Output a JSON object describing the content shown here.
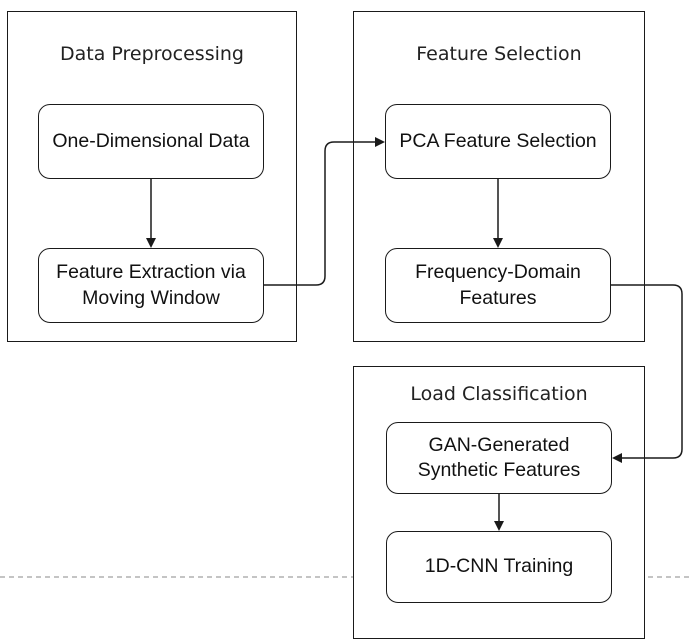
{
  "panels": {
    "data_preprocessing": {
      "title": "Data Preprocessing",
      "nodes": {
        "one_dimensional_data": "One-Dimensional Data",
        "feature_extraction": "Feature Extraction via\nMoving Window"
      }
    },
    "feature_selection": {
      "title": "Feature Selection",
      "nodes": {
        "pca_feature_selection": "PCA Feature Selection",
        "frequency_domain_features": "Frequency-Domain\nFeatures"
      }
    },
    "load_classification": {
      "title": "Load Classification",
      "nodes": {
        "gan_synthetic_features": "GAN-Generated\nSynthetic Features",
        "cnn_training": "1D-CNN Training"
      }
    }
  },
  "colors": {
    "stroke": "#1a1a1a",
    "dashed_line": "#b0b0b0",
    "background": "#ffffff"
  }
}
